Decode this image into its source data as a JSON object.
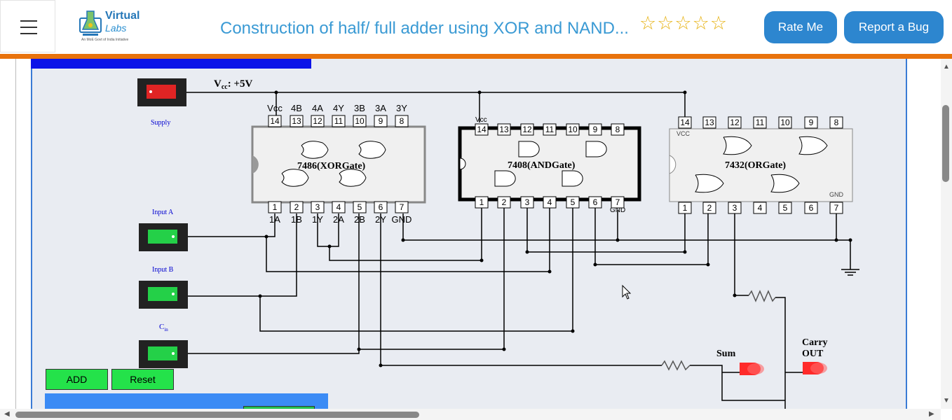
{
  "header": {
    "logo_line1": "Virtual",
    "logo_line2": "Labs",
    "logo_sub": "An MoE Govt of India Initiative",
    "title": "Construction of half/ full adder using XOR and NAND...",
    "stars": "☆☆☆☆☆",
    "rate_label": "Rate Me",
    "bug_label": "Report a Bug"
  },
  "circuit": {
    "vcc_label": "+5V",
    "supply_label": "Supply",
    "input_a_label": "Input A",
    "input_b_label": "Input B",
    "cin_label": "C",
    "cin_sub": "in",
    "xor_chip": "7486(XORGate)",
    "and_chip": "7408(ANDGate)",
    "or_chip": "7432(ORGate)",
    "xor_top_pins": [
      "Vcc",
      "4B",
      "4A",
      "4Y",
      "3B",
      "3A",
      "3Y"
    ],
    "xor_bottom_pins": [
      "1A",
      "1B",
      "1Y",
      "2A",
      "2B",
      "2Y",
      "GND"
    ],
    "pin_numbers_top": [
      "14",
      "13",
      "12",
      "11",
      "10",
      "9",
      "8"
    ],
    "pin_numbers_bottom": [
      "1",
      "2",
      "3",
      "4",
      "5",
      "6",
      "7"
    ],
    "and_vcc": "Vcc",
    "and_gnd": "GND",
    "or_vcc": "VCC",
    "or_gnd": "GND",
    "sum_label": "Sum",
    "carry_label_1": "Carry",
    "carry_label_2": "OUT"
  },
  "controls": {
    "add_label": "ADD",
    "reset_label": "Reset"
  },
  "colors": {
    "accent": "#2d86cf",
    "orange": "#e8720c",
    "switch_on": "#24e24a",
    "supply_red": "#e02424",
    "led_red": "#ff2a2a"
  }
}
